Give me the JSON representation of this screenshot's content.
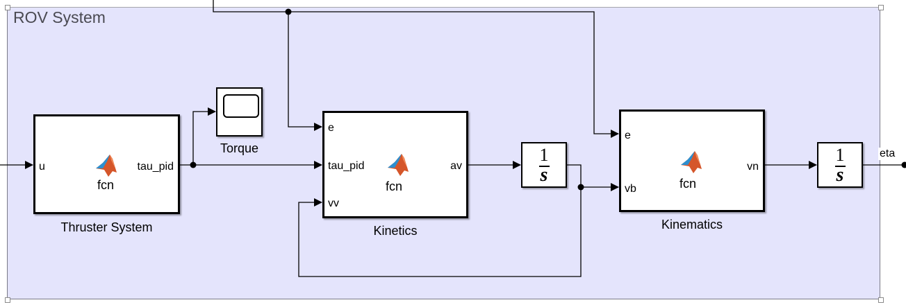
{
  "subsystem": {
    "title": "ROV System",
    "background": "#e4e4fc"
  },
  "blocks": {
    "thruster": {
      "name": "Thruster System",
      "inputs": [
        "u"
      ],
      "outputs": [
        "tau_pid"
      ],
      "function": "fcn"
    },
    "scope": {
      "name": "Torque"
    },
    "kinetics": {
      "name": "Kinetics",
      "inputs": [
        "e",
        "tau_pid",
        "vv"
      ],
      "outputs": [
        "av"
      ],
      "function": "fcn"
    },
    "integrator1": {
      "numerator": "1",
      "denominator": "s"
    },
    "kinematics": {
      "name": "Kinematics",
      "inputs": [
        "e",
        "vb"
      ],
      "outputs": [
        "vn"
      ],
      "function": "fcn"
    },
    "integrator2": {
      "numerator": "1",
      "denominator": "s"
    }
  },
  "signals": {
    "output_label": "eta"
  },
  "icons": {
    "function_block": "matlab-logo-icon",
    "scope": "scope-screen-icon"
  }
}
